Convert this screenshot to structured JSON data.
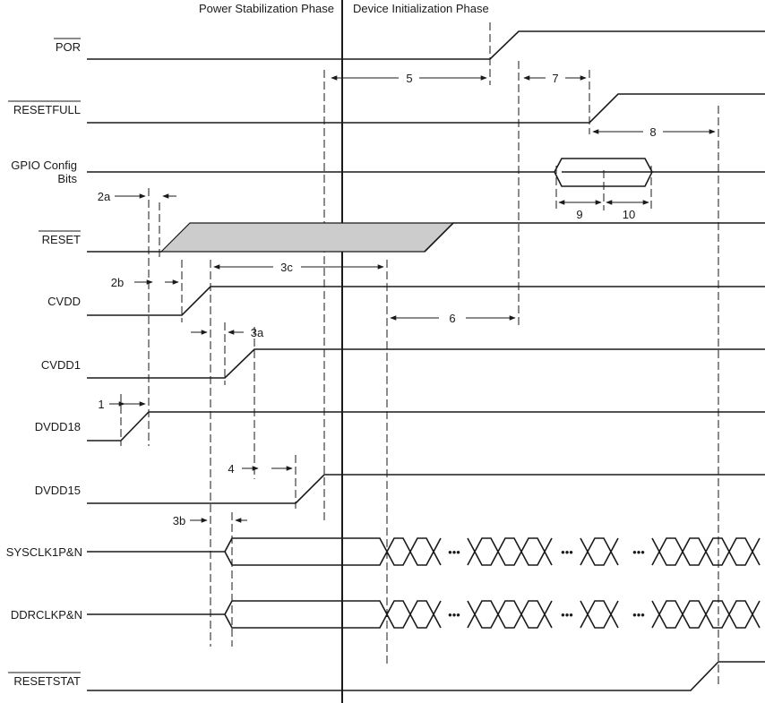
{
  "phases": {
    "power_stabilization": "Power Stabilization Phase",
    "device_initialization": "Device Initialization Phase"
  },
  "signals": {
    "por": "POR",
    "resetfull": "RESETFULL",
    "gpio_line1": "GPIO Config",
    "gpio_line2": "Bits",
    "reset": "RESET",
    "cvdd": "CVDD",
    "cvdd1": "CVDD1",
    "dvdd18": "DVDD18",
    "dvdd15": "DVDD15",
    "sysclk": "SYSCLK1P&N",
    "ddrclk": "DDRCLKP&N",
    "resetstat": "RESETSTAT"
  },
  "timings": {
    "t1": "1",
    "t2a": "2a",
    "t2b": "2b",
    "t3a": "3a",
    "t3b": "3b",
    "t3c": "3c",
    "t4": "4",
    "t5": "5",
    "t6": "6",
    "t7": "7",
    "t8": "8",
    "t9": "9",
    "t10": "10"
  },
  "ellipsis": "•••",
  "colors": {
    "line": "#1a1a1a",
    "shade": "#cccccc"
  }
}
